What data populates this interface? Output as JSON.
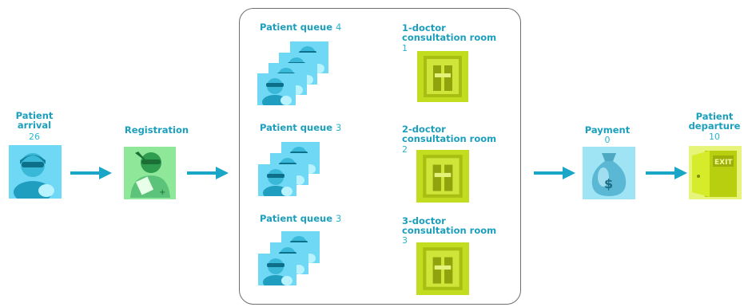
{
  "colors": {
    "label": "#1c9fbd",
    "value": "#29b4cf",
    "arrow": "#1aa6c6",
    "patient_bg": "#6fd9f5",
    "registration_bg": "#8fe89a",
    "room_bg": "#c2dc1f",
    "exit_bg": "#d6ec2a",
    "frame_border": "#6e6e6e"
  },
  "arrival": {
    "label_line1": "Patient",
    "label_line2": "arrival",
    "count": "26",
    "icon": "patient-icon"
  },
  "registration": {
    "label": "Registration",
    "icon": "registration-icon"
  },
  "queues": [
    {
      "label": "Patient queue",
      "count": "4",
      "icon": "patient-queue-icon"
    },
    {
      "label": "Patient queue",
      "count": "3",
      "icon": "patient-queue-icon"
    },
    {
      "label": "Patient queue",
      "count": "3",
      "icon": "patient-queue-icon"
    }
  ],
  "rooms": [
    {
      "label_line1": "1-doctor",
      "label_line2": "consultation room",
      "count": "1",
      "icon": "consultation-room-icon"
    },
    {
      "label_line1": "2-doctor",
      "label_line2": "consultation room",
      "count": "2",
      "icon": "consultation-room-icon"
    },
    {
      "label_line1": "3-doctor",
      "label_line2": "consultation room",
      "count": "3",
      "icon": "consultation-room-icon"
    }
  ],
  "payment": {
    "label": "Payment",
    "count": "0",
    "icon": "money-bag-icon"
  },
  "departure": {
    "label_line1": "Patient",
    "label_line2": "departure",
    "count": "10",
    "icon": "exit-door-icon"
  }
}
